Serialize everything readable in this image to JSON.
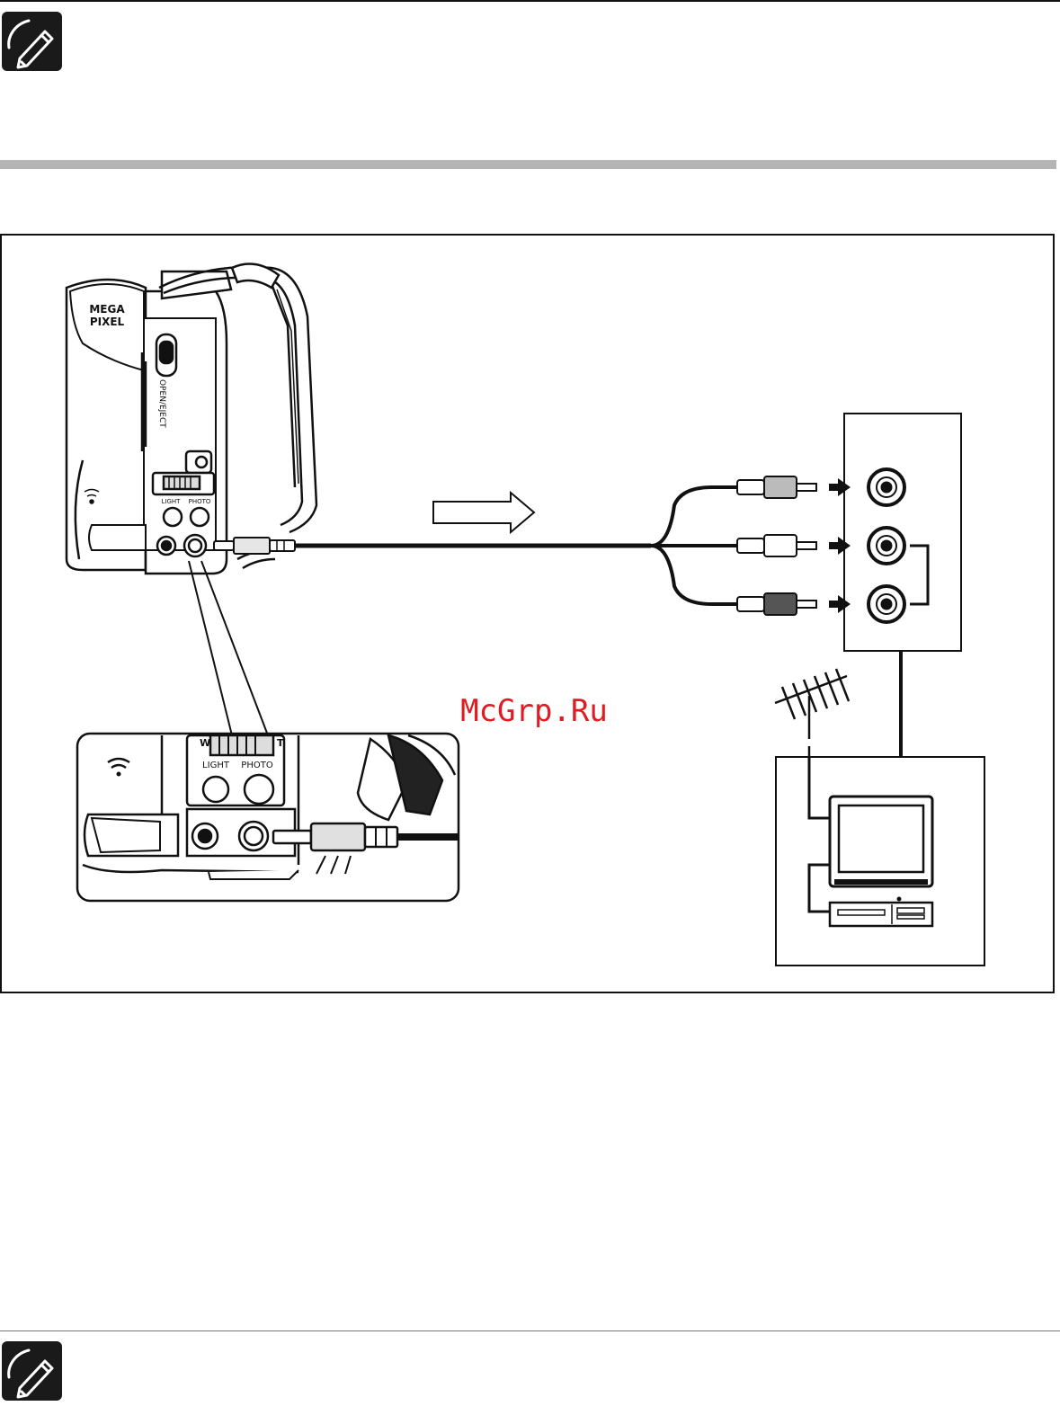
{
  "figure": {
    "camera_labels": {
      "mega": "MEGA",
      "pixel": "PIXEL",
      "open_eject": "OPEN/EJECT",
      "light": "LIGHT",
      "photo": "PHOTO"
    },
    "inset_labels": {
      "w": "W",
      "t": "T",
      "light": "LIGHT",
      "photo": "PHOTO"
    },
    "watermark": "McGrp.Ru"
  },
  "icons": {
    "top_note": "pencil-note-icon",
    "bottom_note": "pencil-note-icon"
  },
  "colors": {
    "rule": "#111111",
    "band": "#b5b5b5",
    "watermark": "#e11b22"
  }
}
